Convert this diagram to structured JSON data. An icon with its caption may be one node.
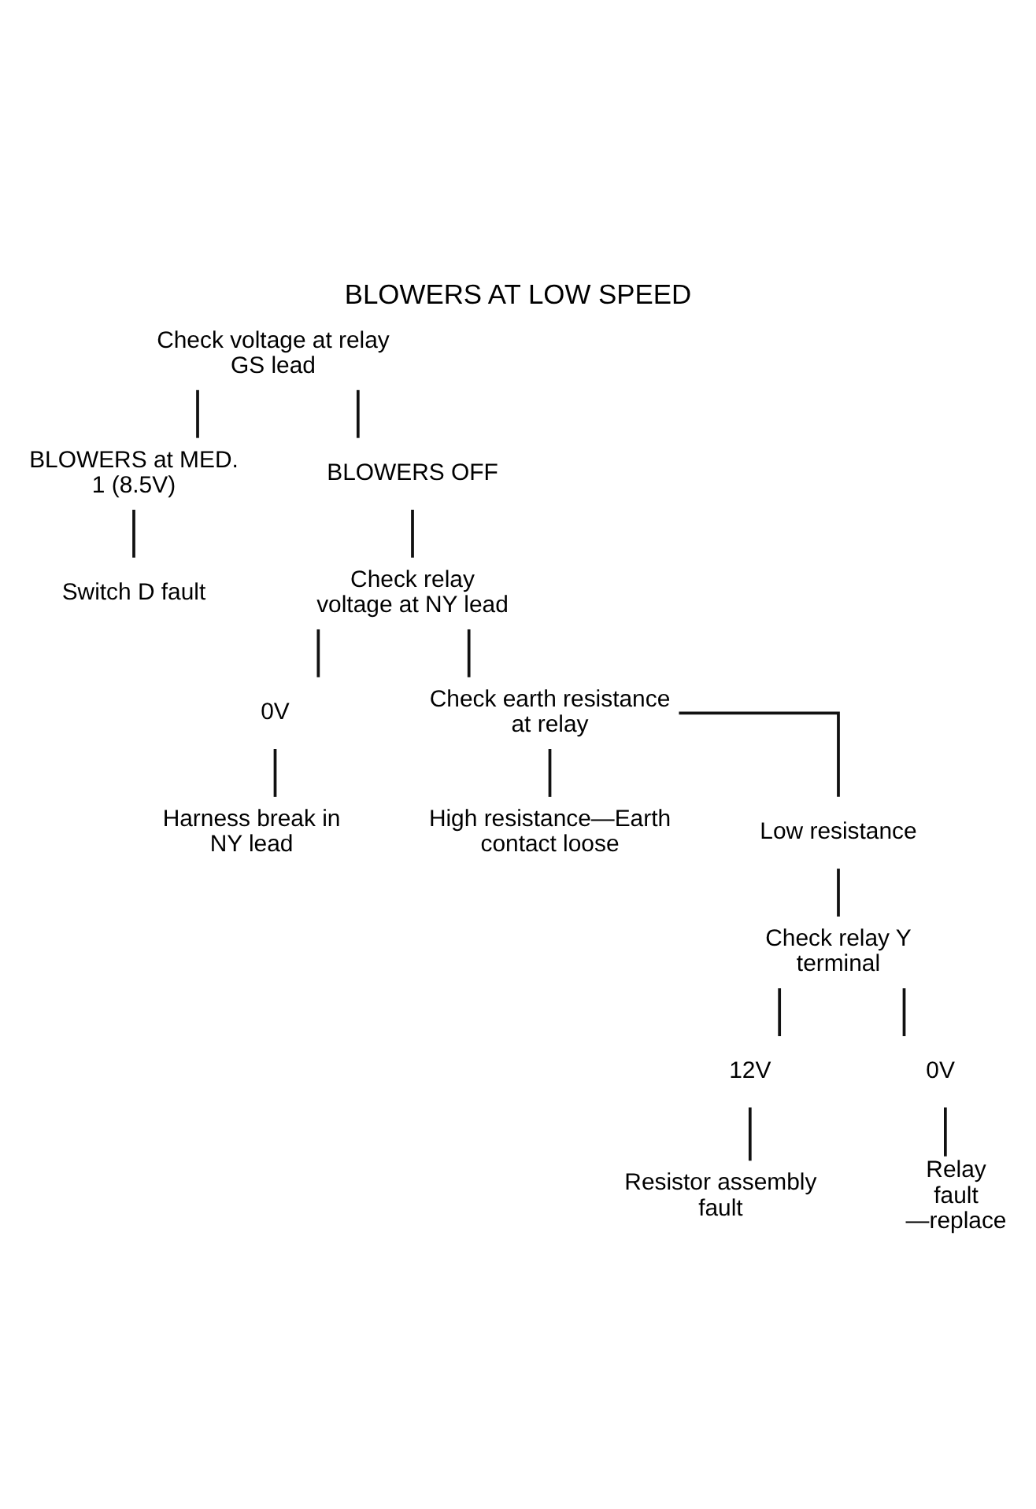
{
  "diagram": {
    "title": "BLOWERS AT LOW SPEED",
    "nodes": [
      {
        "text": [
          "Check voltage at relay GS lead"
        ]
      },
      {
        "text": [
          "BLOWERS at MED. 1 (8.5V)"
        ]
      },
      {
        "text": [
          "BLOWERS OFF"
        ]
      },
      {
        "text": [
          "Switch D fault"
        ]
      },
      {
        "text": [
          "Check relay voltage at NY lead"
        ]
      },
      {
        "text": [
          "0V"
        ]
      },
      {
        "text": [
          "Harness break in NY lead"
        ]
      },
      {
        "text": [
          "Check earth resistance at relay"
        ]
      },
      {
        "text": [
          "High resistance—Earth contact loose"
        ]
      },
      {
        "text": [
          "Low resistance"
        ]
      },
      {
        "text": [
          "Check relay Y terminal"
        ]
      },
      {
        "text": [
          "12V"
        ]
      },
      {
        "text": [
          "0V"
        ]
      },
      {
        "text": [
          "Resistor assembly fault"
        ]
      },
      {
        "text": [
          "Relay fault —replace"
        ]
      }
    ],
    "edges": [
      {
        "from": 0,
        "to": 1,
        "arrow": "none"
      },
      {
        "from": 0,
        "to": 2,
        "arrow": "none"
      },
      {
        "from": 1,
        "to": 3,
        "arrow": "none"
      },
      {
        "from": 2,
        "to": 4,
        "arrow": "none"
      },
      {
        "from": 4,
        "to": 5,
        "arrow": "none"
      },
      {
        "from": 5,
        "to": 6,
        "arrow": "none"
      },
      {
        "from": 4,
        "to": 7,
        "arrow": "none"
      },
      {
        "from": 7,
        "to": 8,
        "arrow": "none"
      },
      {
        "from": 7,
        "to": 9,
        "arrow": "none"
      },
      {
        "from": 9,
        "to": 10,
        "arrow": "none"
      },
      {
        "from": 10,
        "to": 11,
        "arrow": "none"
      },
      {
        "from": 10,
        "to": 12,
        "arrow": "none"
      },
      {
        "from": 11,
        "to": 13,
        "arrow": "none"
      },
      {
        "from": 12,
        "to": 14,
        "arrow": "none"
      }
    ]
  }
}
